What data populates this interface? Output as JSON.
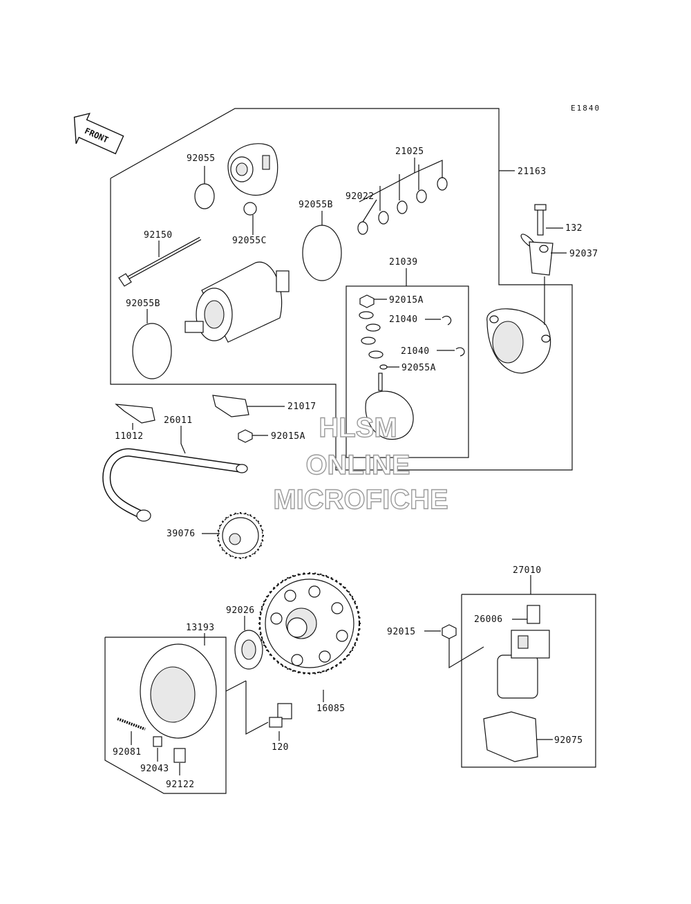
{
  "diagram_code": "E1840",
  "front_label": "FRONT",
  "watermark": [
    "HLSM",
    "ONLINE",
    "MICROFICHE"
  ],
  "parts": {
    "p92055": "92055",
    "p92055c": "92055C",
    "p92055b_top": "92055B",
    "p21025": "21025",
    "p92022": "92022",
    "p21163": "21163",
    "p132": "132",
    "p92037": "92037",
    "p92150": "92150",
    "p21039": "21039",
    "p92015a_top": "92015A",
    "p21040_a": "21040",
    "p21040_b": "21040",
    "p92055a": "92055A",
    "p92055b_left": "92055B",
    "p21017": "21017",
    "p11012": "11012",
    "p26011": "26011",
    "p92015a_mid": "92015A",
    "p39076": "39076",
    "p27010": "27010",
    "p26006": "26006",
    "p92026": "92026",
    "p13193": "13193",
    "p92015": "92015",
    "p16085": "16085",
    "p120": "120",
    "p92075": "92075",
    "p92081": "92081",
    "p92043": "92043",
    "p92122": "92122"
  }
}
